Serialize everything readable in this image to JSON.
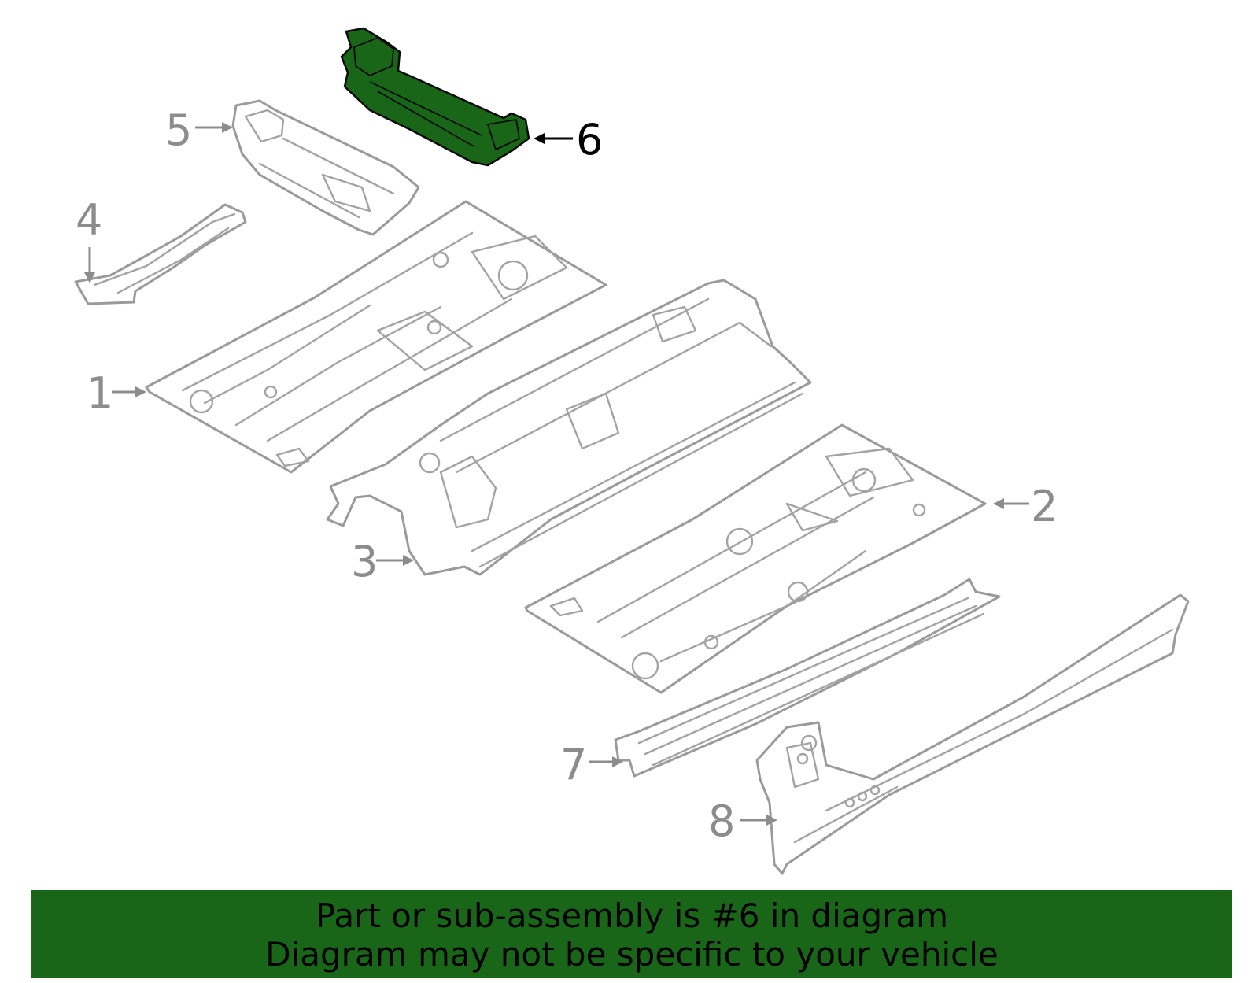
{
  "highlight_color": "#196619",
  "callouts": [
    {
      "label": "1"
    },
    {
      "label": "2"
    },
    {
      "label": "3"
    },
    {
      "label": "4"
    },
    {
      "label": "5"
    },
    {
      "label": "6",
      "highlighted": true
    },
    {
      "label": "7"
    },
    {
      "label": "8"
    }
  ],
  "banner": {
    "line1": "Part or sub-assembly is #6 in diagram",
    "line2": "Diagram may not be specific to your vehicle"
  }
}
